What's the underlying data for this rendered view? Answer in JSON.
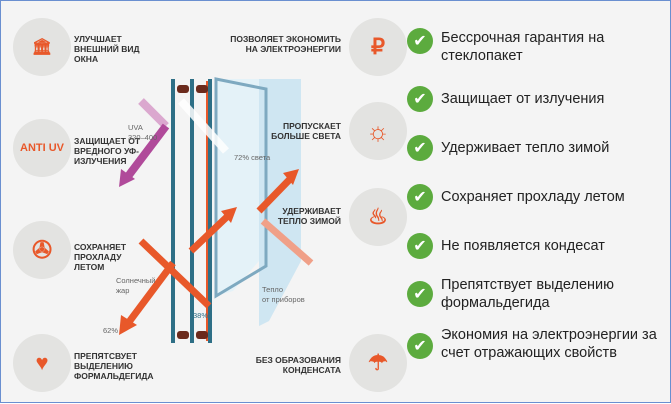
{
  "left": [
    {
      "icon": "column-icon",
      "label": "Улучшает внешний вид окна"
    },
    {
      "icon": "anti-uv-icon",
      "icon_text": "ANTI UV",
      "label": "Защищает от вредного УФ-излучения"
    },
    {
      "icon": "fan-icon",
      "label": "Сохраняет прохладу летом"
    },
    {
      "icon": "shield-heart-icon",
      "label": "Препятсвует выделению формальдегида"
    }
  ],
  "center": [
    {
      "label": "Позволяет экономить на электроэнергии"
    },
    {
      "label": "Пропускает больше света"
    },
    {
      "label": "Удерживает тепло зимой"
    },
    {
      "label": "Без образования конденсата"
    }
  ],
  "annotations": {
    "uva": "UVA",
    "uva_range": "320–400",
    "light": "72% света",
    "sun": "Солнечный",
    "sun2": "жар",
    "heat": "Тепло",
    "heat2": "от приборов",
    "p62": "62%",
    "p38": "38%"
  },
  "right_icons": [
    "coins-ruble-icon",
    "sun-icon",
    "warm-heater-icon",
    "umbrella-drop-icon"
  ],
  "checklist": [
    "Бессрочная гарантия на стеклопакет",
    "Защищает от излучения",
    "Удерживает тепло зимой",
    "Сохраняет прохладу летом",
    "Не появляется кондесат",
    "Препятствует выделению формальдегида",
    "Экономия на электроэнергии за счет отражающих свойств"
  ],
  "colors": {
    "orange": "#e8582a",
    "green": "#5cab3e",
    "purple": "#b04a9a",
    "frame": "#2e6f86"
  }
}
